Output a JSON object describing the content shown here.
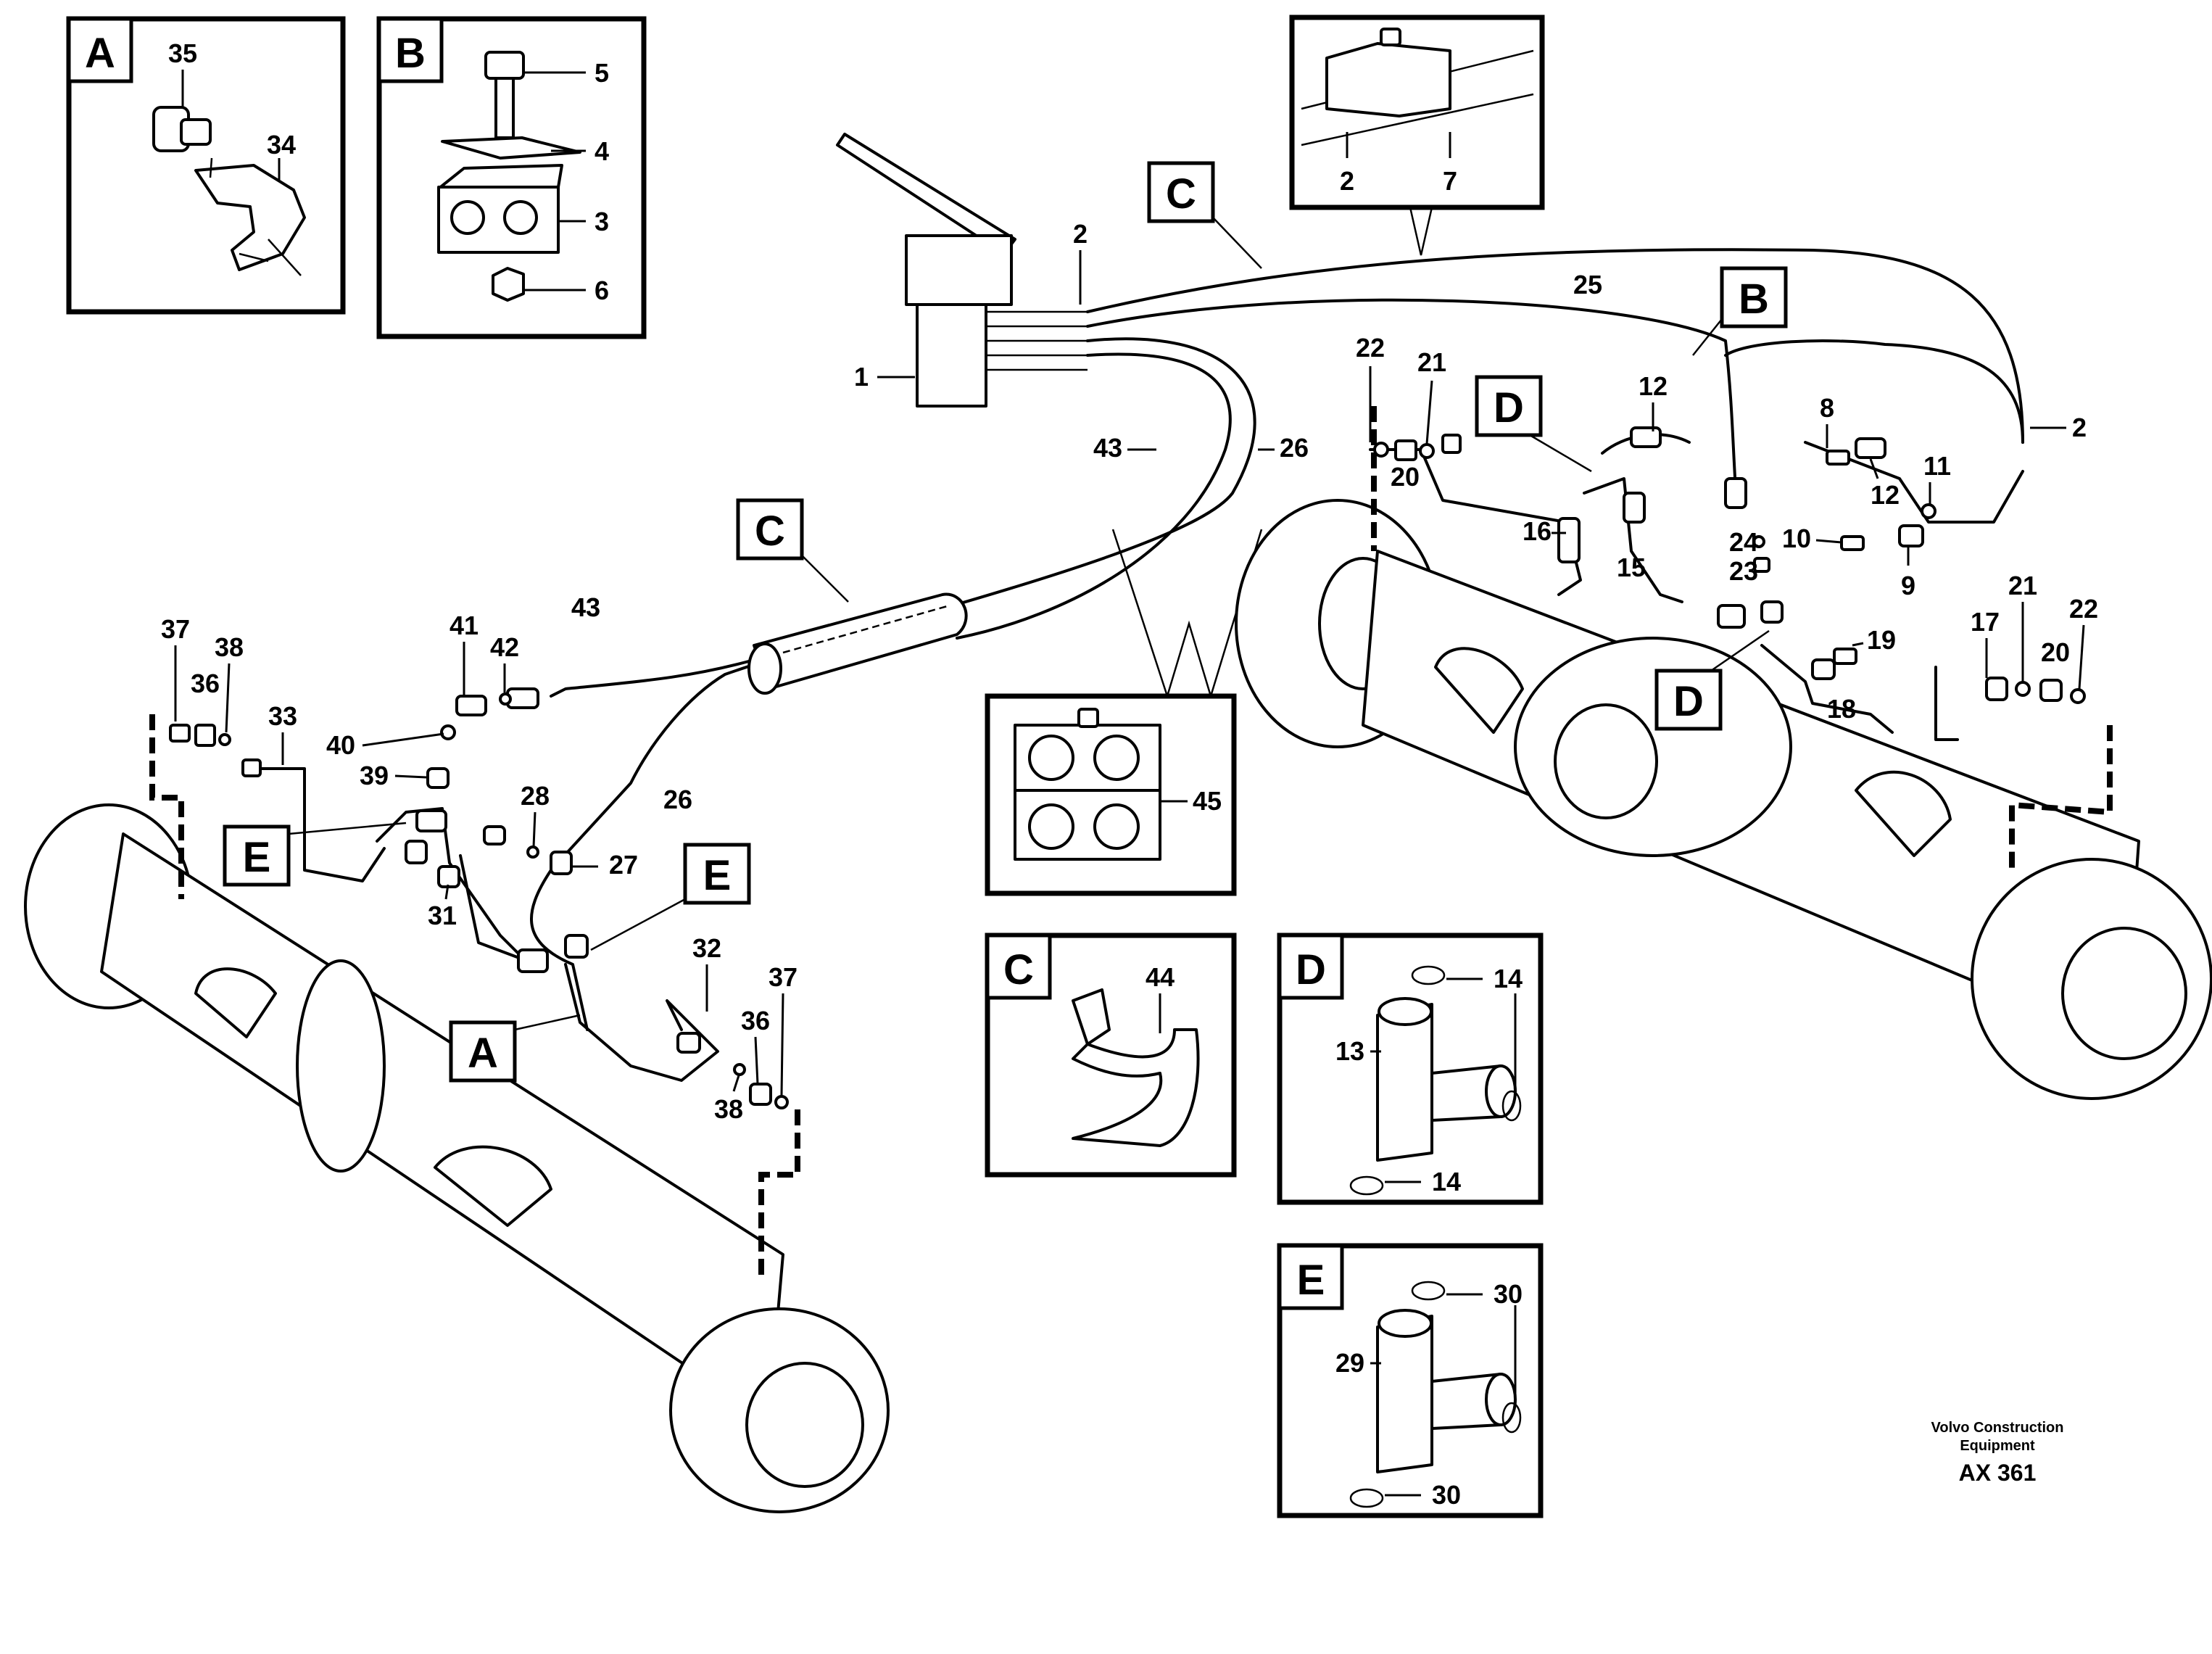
{
  "view_letters": [
    "A",
    "B",
    "C",
    "D",
    "E"
  ],
  "detail_views": {
    "A": {
      "letter": "A",
      "callouts": [
        "35",
        "34"
      ]
    },
    "B": {
      "letter": "B",
      "callouts": [
        "5",
        "4",
        "3",
        "6"
      ]
    },
    "C_clamp": {
      "callouts": [
        "2",
        "7"
      ]
    },
    "clamp_45": {
      "callouts": [
        "45"
      ]
    },
    "C": {
      "letter": "C",
      "callouts": [
        "44"
      ]
    },
    "D": {
      "letter": "D",
      "callouts": [
        "14",
        "13",
        "14"
      ]
    },
    "E": {
      "letter": "E",
      "callouts": [
        "30",
        "29",
        "30"
      ]
    }
  },
  "main_callouts": {
    "valve": [
      "1",
      "2"
    ],
    "hoses": [
      "25",
      "26",
      "43",
      "26",
      "43",
      "2"
    ],
    "rear_axle": [
      "22",
      "21",
      "20",
      "12",
      "16",
      "15",
      "8",
      "12",
      "11",
      "10",
      "9",
      "24",
      "23",
      "19",
      "18",
      "17",
      "21",
      "20",
      "22"
    ],
    "front_axle": [
      "37",
      "36",
      "38",
      "33",
      "41",
      "42",
      "40",
      "39",
      "31",
      "28",
      "27",
      "32",
      "37",
      "36",
      "38"
    ]
  },
  "main_tags": [
    "C",
    "C",
    "B",
    "D",
    "D",
    "E",
    "E",
    "A"
  ],
  "footer": {
    "line1": "Volvo Construction",
    "line2": "Equipment",
    "code": "AX 361"
  }
}
